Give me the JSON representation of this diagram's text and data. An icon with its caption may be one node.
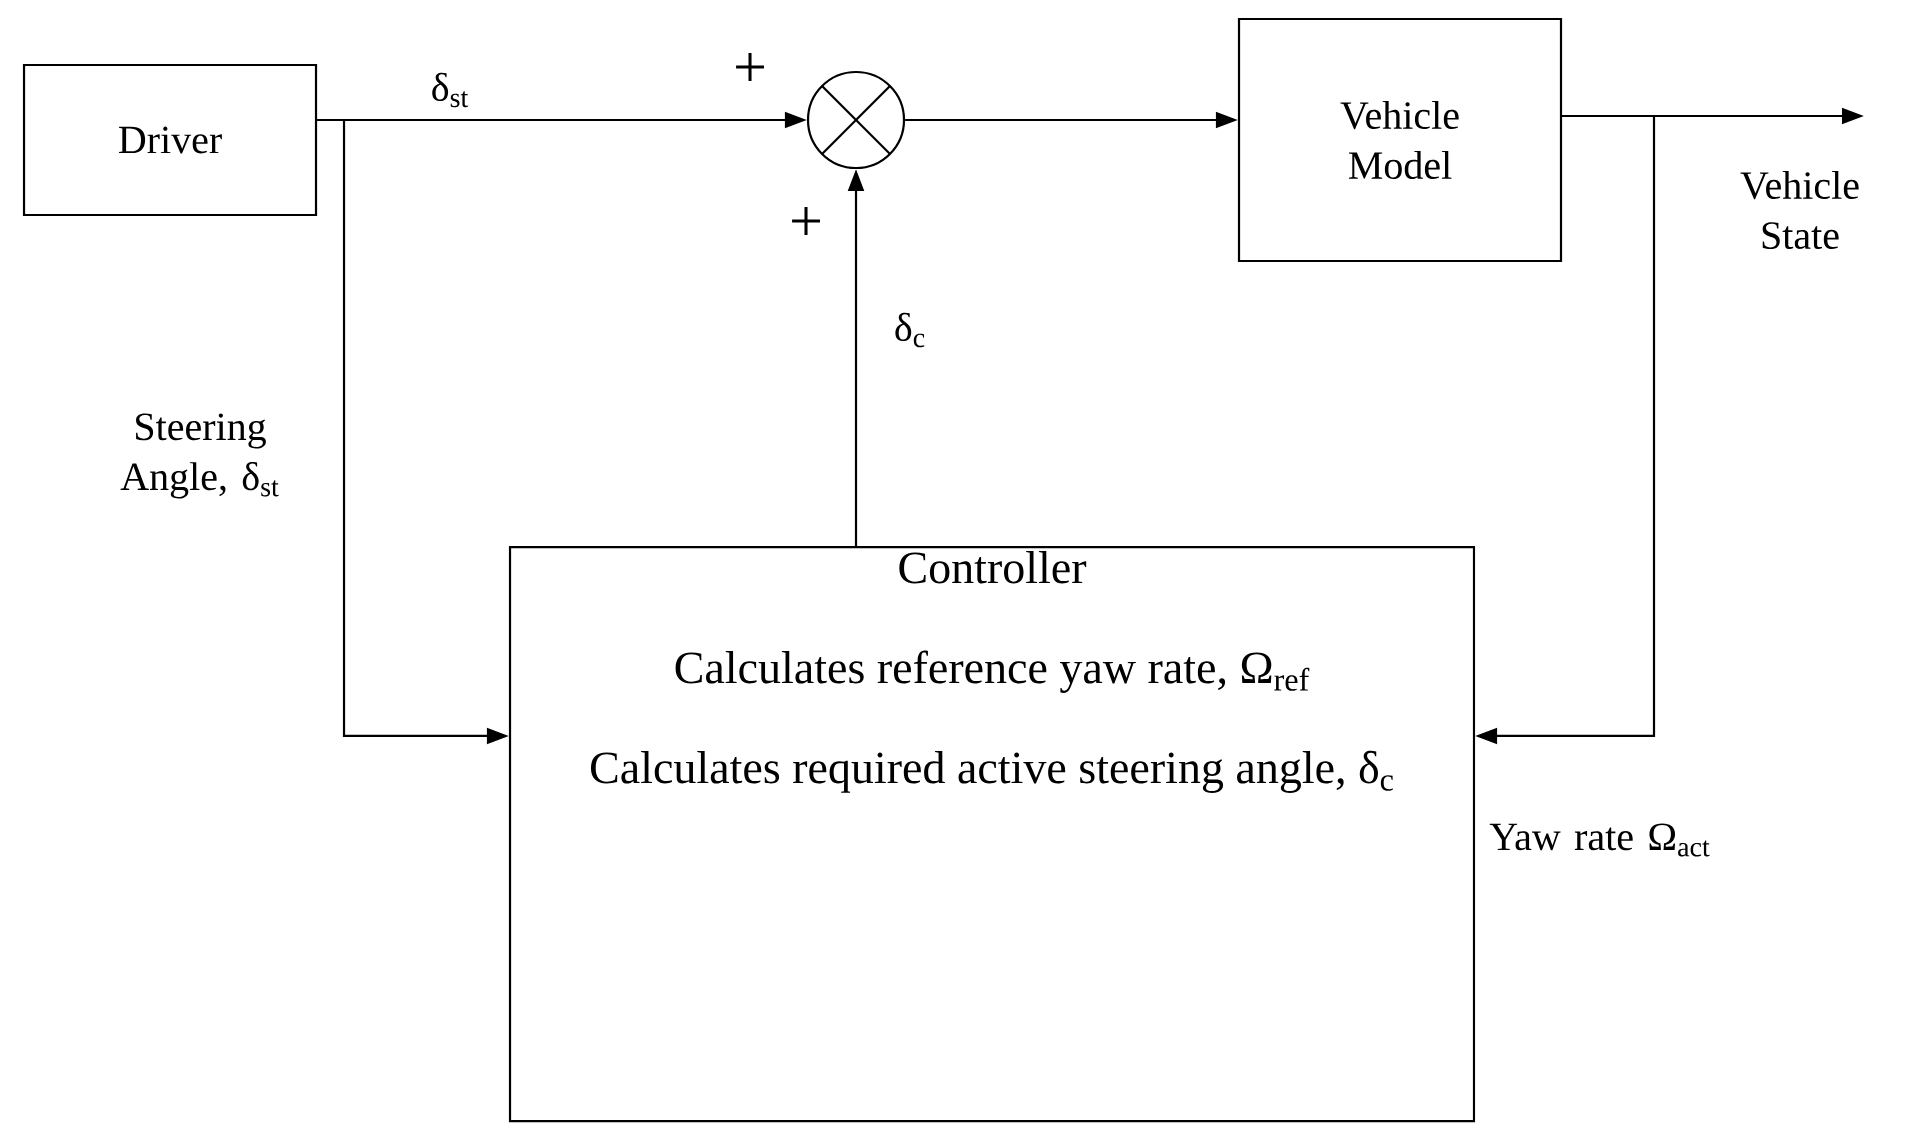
{
  "diagram": {
    "nodes": [
      {
        "text": [
          "Driver"
        ]
      },
      {
        "text": [],
        "shape": "circle"
      },
      {
        "text": [
          "Vehicle Model"
        ]
      },
      {
        "text": [
          "Controller",
          "Calculates reference yaw rate, Ω$_{ref}$",
          "Calculates required active steering angle, δ$_{c}$"
        ]
      }
    ],
    "edges": [
      {
        "from": 0,
        "to": 1,
        "arrow": "to",
        "label": "δ$_{st}$"
      },
      {
        "from": 0,
        "to": 3,
        "arrow": "to",
        "label": "Steering Angle, δ$_{st}$"
      },
      {
        "from": 3,
        "to": 1,
        "arrow": "to",
        "label": "δ$_{c}$"
      },
      {
        "from": 1,
        "to": 2,
        "arrow": "to"
      },
      {
        "from": 2,
        "to": null,
        "arrow": "to",
        "label": "Vehicle State"
      },
      {
        "from": 2,
        "to": 3,
        "arrow": "to",
        "label": "Yaw rate Ω$_{act}$"
      }
    ],
    "labels": [
      "+",
      "+"
    ]
  }
}
